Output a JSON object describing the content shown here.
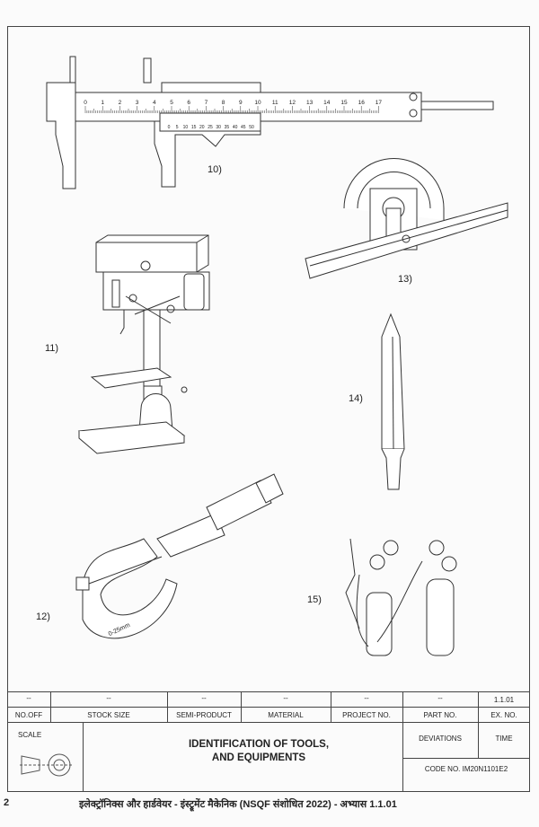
{
  "figures": [
    {
      "label": "10)",
      "name": "vernier-caliper"
    },
    {
      "label": "11)",
      "name": "drilling-machine"
    },
    {
      "label": "12)",
      "name": "micrometer"
    },
    {
      "label": "13)",
      "name": "bevel-protractor"
    },
    {
      "label": "14)",
      "name": "punch"
    },
    {
      "label": "15)",
      "name": "gas-welding-set"
    }
  ],
  "scale_main": [
    "0",
    "1",
    "2",
    "3",
    "4",
    "5",
    "6",
    "7",
    "8",
    "9",
    "10",
    "11",
    "12",
    "13",
    "14",
    "15",
    "16",
    "17"
  ],
  "scale_vernier": [
    "0",
    "5",
    "10",
    "15",
    "20",
    "25",
    "30",
    "35",
    "40",
    "45",
    "50"
  ],
  "micrometer_text": "0-25mm",
  "title_block": {
    "row1": [
      "--",
      "--",
      "--",
      "--",
      "--",
      "--",
      "1.1.01"
    ],
    "row2": [
      "NO.OFF",
      "STOCK SIZE",
      "SEMI-PRODUCT",
      "MATERIAL",
      "PROJECT NO.",
      "PART NO.",
      "EX. NO."
    ],
    "scale": "SCALE",
    "title": "IDENTIFICATION OF TOOLS,\nAND EQUIPMENTS",
    "deviations": "DEVIATIONS",
    "time": "TIME",
    "code": "CODE NO. IM20N1101E2"
  },
  "footer": {
    "page": "2",
    "text": "इलेक्ट्रॉनिक्स और हार्डवेयर - इंस्ट्रूमेंट मैकेनिक (NSQF संशोधित 2022) - अभ्यास 1.1.01"
  }
}
